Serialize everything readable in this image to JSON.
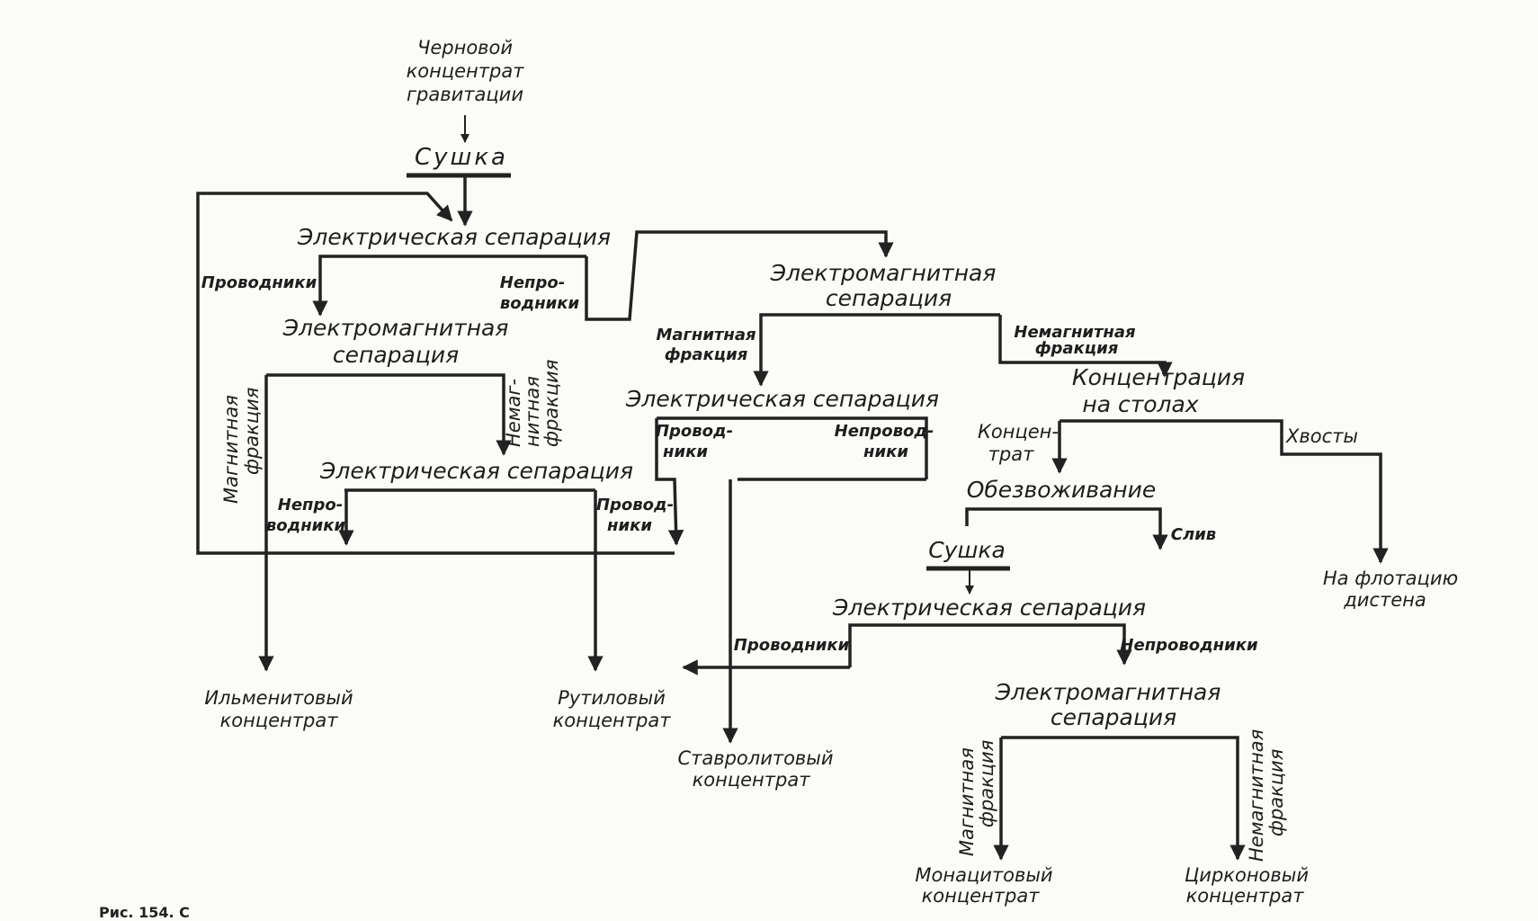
{
  "nodes": {
    "input": [
      "Черновой",
      "концентрат",
      "гравитации"
    ],
    "drying1": "Сушка",
    "elsep1": "Электрическая сепарация",
    "conductors1": "Проводники",
    "nonconductors1": [
      "Непро-",
      "водники"
    ],
    "emsep1": [
      "Электромагнитная",
      "сепарация"
    ],
    "magfrac1": [
      "Магнитная",
      "фракция"
    ],
    "nonmagfrac1": [
      "Немаг-",
      "нитная",
      "фракция"
    ],
    "elsep2": "Электрическая сепарация",
    "nonconductors2": [
      "Непро-",
      "водники"
    ],
    "conductors2": [
      "Провод-",
      "ники"
    ],
    "ilmenite": [
      "Ильменитовый",
      "концентрат"
    ],
    "rutile": [
      "Рутиловый",
      "концентрат"
    ],
    "emsep2": [
      "Электромагнитная",
      "сепарация"
    ],
    "magfrac2": [
      "Магнитная",
      "фракция"
    ],
    "nonmagfrac2": [
      "Немагнитная",
      "фракция"
    ],
    "elsep3": "Электрическая сепарация",
    "conductors3": [
      "Провод-",
      "ники"
    ],
    "nonconductors3": [
      "Непровод-",
      "ники"
    ],
    "staurolite": [
      "Ставролитовый",
      "концентрат"
    ],
    "tables": [
      "Концентрация",
      "на столах"
    ],
    "table_conc": [
      "Концен-",
      "трат"
    ],
    "tailings": "Хвосты",
    "flotation": [
      "На флотацию",
      "дистена"
    ],
    "dewatering": "Обезвоживание",
    "overflow": "Слив",
    "drying2": "Сушка",
    "elsep4": "Электрическая сепарация",
    "conductors4": "Проводники",
    "nonconductors4": "Непроводники",
    "emsep3": [
      "Электромагнитная",
      "сепарация"
    ],
    "magfrac3": [
      "Магнитная",
      "фракция"
    ],
    "nonmagfrac3": [
      "Немагнитная",
      "фракция"
    ],
    "monazite": [
      "Монацитовый",
      "концентрат"
    ],
    "zircon": [
      "Цирконовый",
      "концентрат"
    ]
  },
  "caption": "Рис. 154. С"
}
